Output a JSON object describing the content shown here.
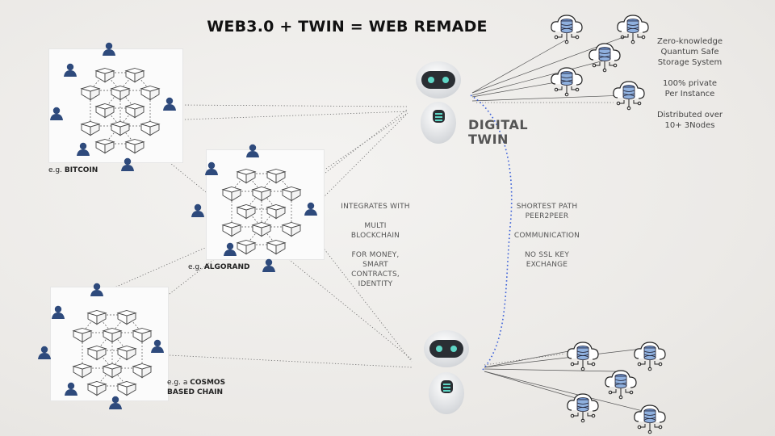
{
  "title": "WEB3.0 + TWIN = WEB REMADE",
  "digital_twin_label": [
    "DIGITAL",
    "TWIN"
  ],
  "clusters": [
    {
      "prefix": "e.g. ",
      "name": "BITCOIN"
    },
    {
      "prefix": "e.g. ",
      "name": "ALGORAND"
    },
    {
      "prefix": "e.g. a ",
      "name": "COSMOS",
      "name_line2": "BASED CHAIN"
    }
  ],
  "integrates_note": [
    "INTEGRATES WITH",
    "",
    "MULTI",
    "BLOCKCHAIN",
    "",
    "FOR MONEY,",
    "SMART",
    "CONTRACTS,",
    "IDENTITY"
  ],
  "communication_note": [
    "SHORTEST PATH",
    "PEER2PEER",
    "",
    "COMMUNICATION",
    "",
    "NO SSL KEY",
    "EXCHANGE"
  ],
  "storage_note": [
    "Zero-knowledge",
    "Quantum Safe",
    "Storage System",
    "",
    "100% private",
    "Per Instance",
    "",
    "Distributed over",
    "10+ 3Nodes"
  ],
  "icons": {
    "person": "person-icon",
    "block": "cube-block-icon",
    "robot": "digital-twin-robot-icon",
    "storage": "cloud-database-icon"
  },
  "colors": {
    "background": "#eeece9",
    "person": "#2e4a7c",
    "robot_face": "#2a2e33",
    "robot_eye": "#5fd6c6",
    "dotted_p2p": "#3a5fd8",
    "line": "#555555"
  }
}
